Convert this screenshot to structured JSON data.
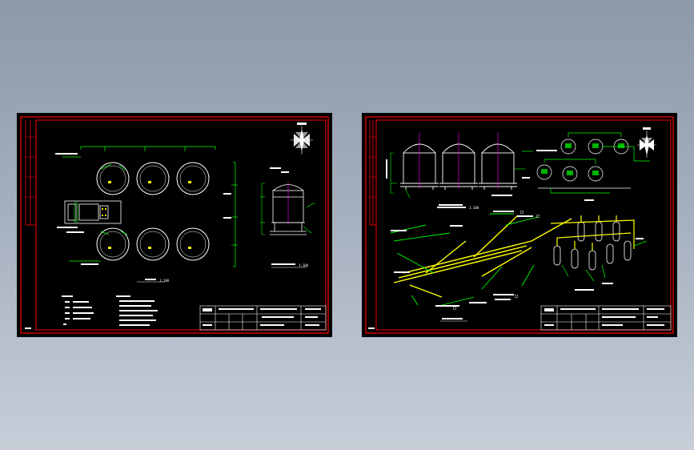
{
  "colors": {
    "background_top": "#8c99ab",
    "background_bottom": "#c7ced8",
    "sheet_bg": "#000000",
    "frame": "#ff0000",
    "equipment": "#ffffff",
    "dimension": "#00ff00",
    "pipe_main": "#ffff00",
    "pipe_branch": "#00ff00",
    "annotation": "#ffffff",
    "accent": "#ff00ff"
  },
  "sheets": [
    {
      "id": "sheet-1",
      "icons": [
        "compass-icon"
      ],
      "scale_labels": [
        "1:100",
        "1:100"
      ]
    },
    {
      "id": "sheet-2",
      "icons": [
        "compass-icon"
      ],
      "scale_labels": [
        "1:100"
      ]
    }
  ]
}
